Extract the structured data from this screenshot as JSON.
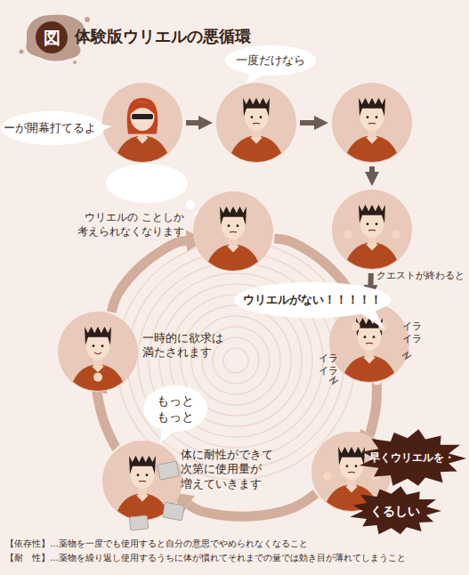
{
  "diagram": {
    "title": "体験版ウリエルの悪循環",
    "nodes": [
      {
        "text": [
          "図"
        ]
      },
      {
        "text": []
      },
      {
        "text": [
          "ーが開幕打てるよ"
        ]
      },
      {
        "text": [
          "一度だけなら"
        ]
      },
      {
        "text": []
      },
      {
        "text": []
      },
      {
        "text": [
          "クエストが終わると"
        ]
      },
      {
        "text": [
          "ウリエルの ことしか 考えられなくなります"
        ]
      },
      {
        "text": [
          "イラ イラ",
          "イラ イラ"
        ]
      },
      {
        "text": [
          "ウリエルがない！！！！！"
        ]
      },
      {
        "text": []
      },
      {
        "text": [
          "早くウリエルを・"
        ]
      },
      {
        "text": [
          "くるしい"
        ]
      },
      {
        "text": [
          "体に耐性ができて 次第に使用量が 増えていきます"
        ]
      },
      {
        "text": [
          "もっと もっと"
        ]
      },
      {
        "text": [
          "一時的に欲求は 満たされます"
        ]
      }
    ],
    "edges": [
      {
        "from": 1,
        "to": 4,
        "arrow": "to"
      },
      {
        "from": 4,
        "to": 5,
        "arrow": "to"
      },
      {
        "from": 5,
        "to": 6,
        "arrow": "to"
      },
      {
        "from": 6,
        "to": 8,
        "arrow": "to"
      },
      {
        "from": 7,
        "to": 8,
        "arrow": "to"
      },
      {
        "from": 8,
        "to": 10,
        "arrow": "to"
      },
      {
        "from": 10,
        "to": 13,
        "arrow": "to"
      },
      {
        "from": 13,
        "to": 15,
        "arrow": "to"
      },
      {
        "from": 15,
        "to": 7,
        "arrow": "to"
      }
    ],
    "labels": [
      "【依存性】…薬物を一度でも使用すると自分の意思でやめられなくなること",
      "【耐　性】…薬物を繰り返し使用するうちに体が慣れてそれまでの量では効き目が薄れてしまうこと"
    ]
  }
}
